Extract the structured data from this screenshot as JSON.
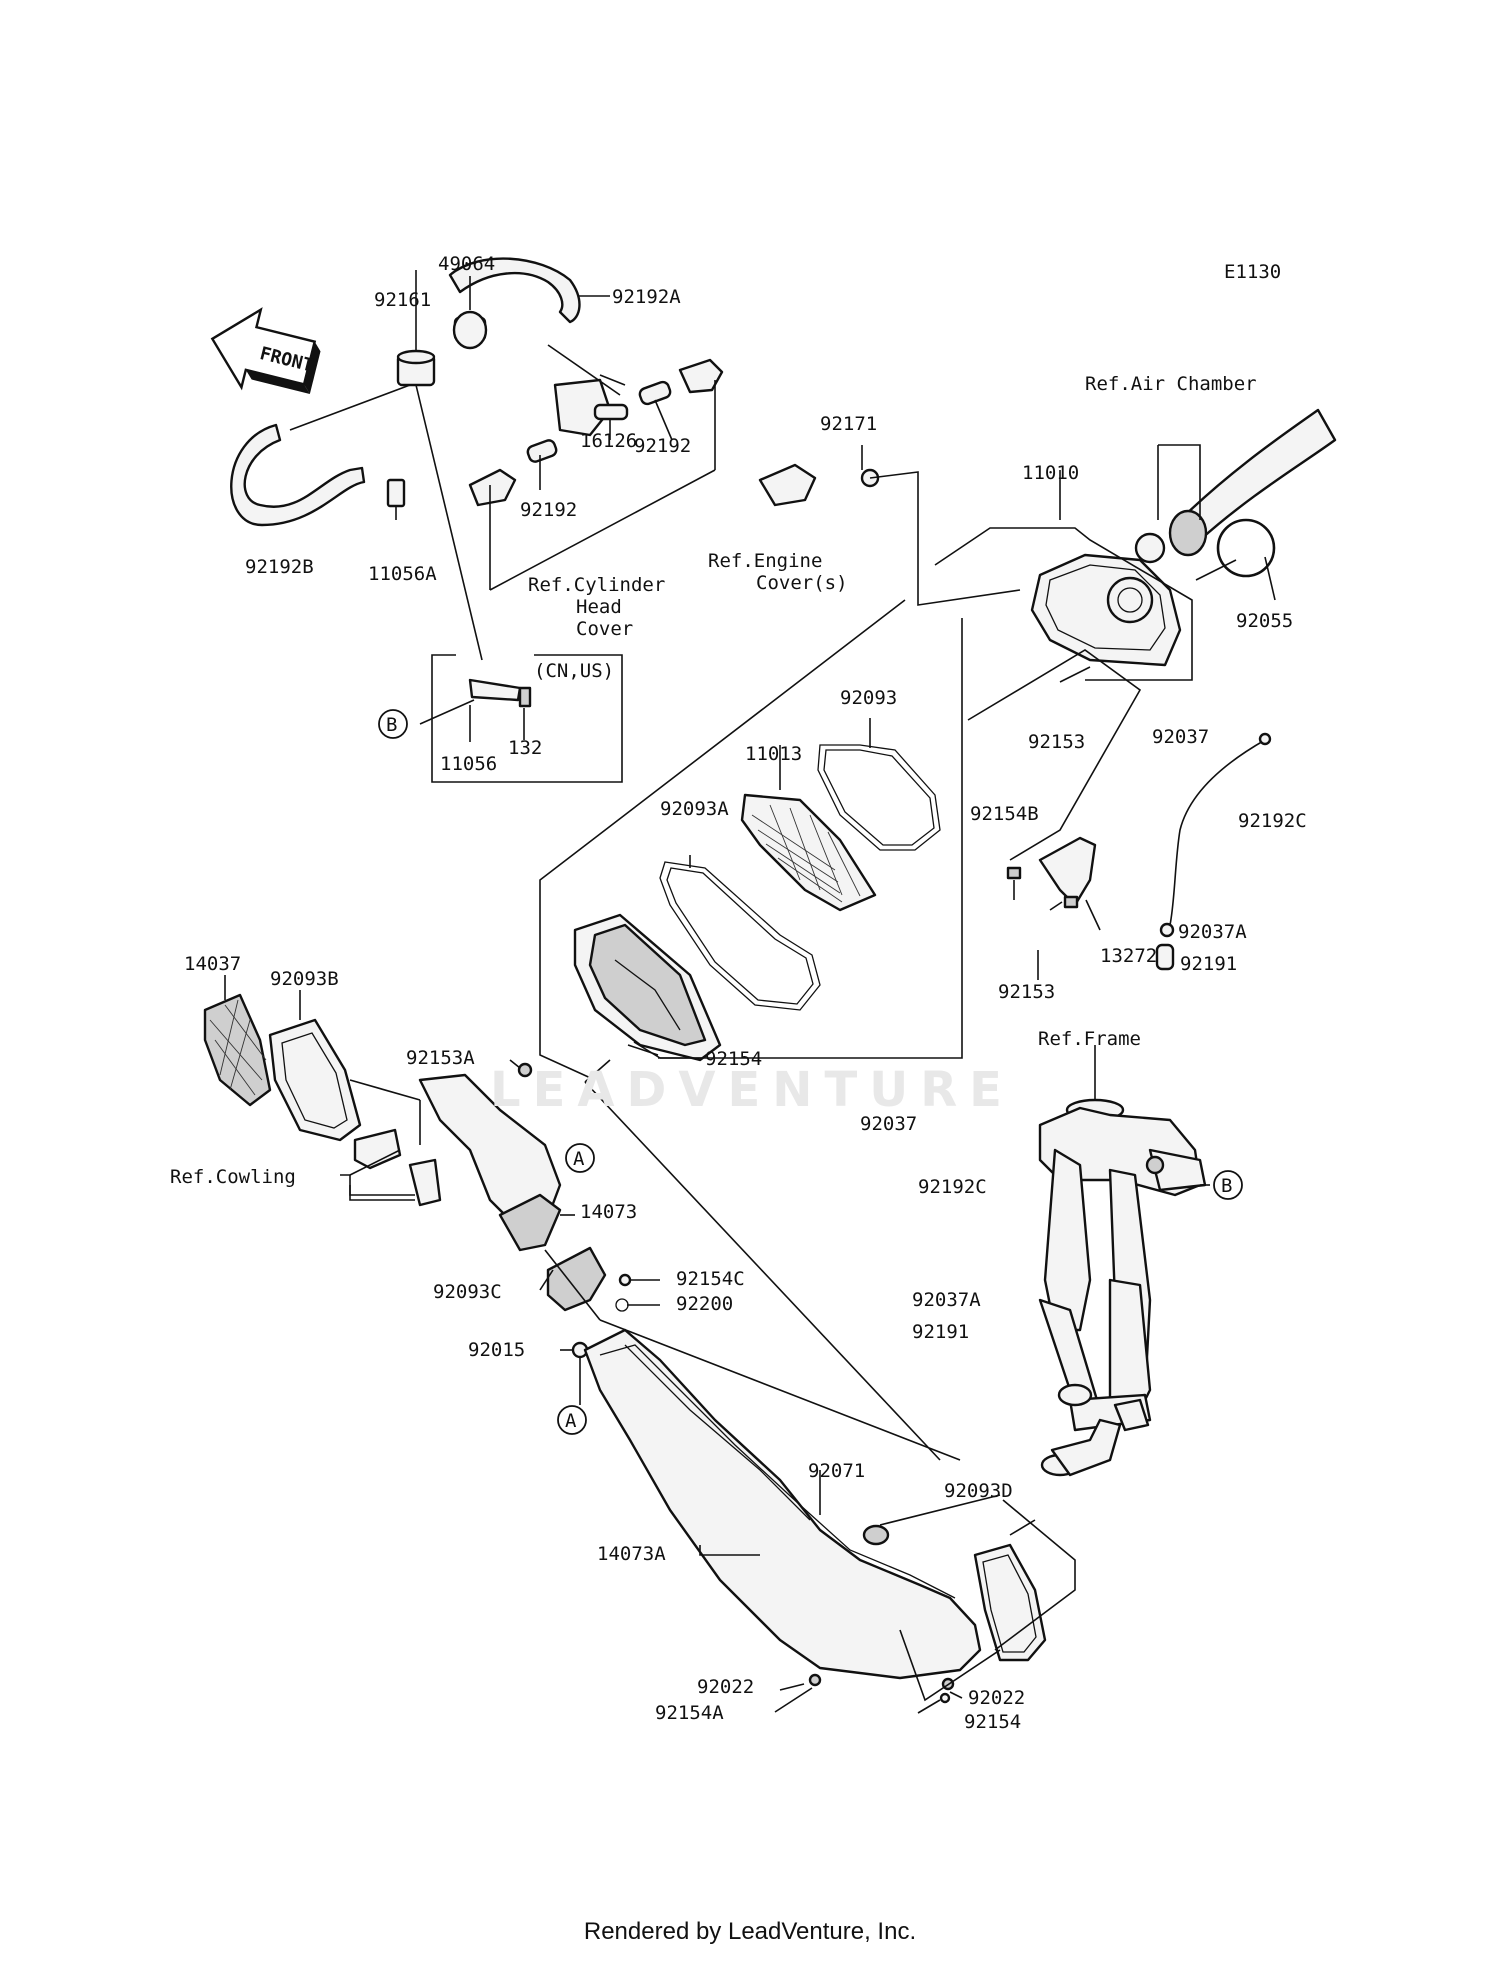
{
  "diagram": {
    "figure_code": "E1130",
    "front_label": "FRONT",
    "footer": "Rendered by LeadVenture, Inc.",
    "watermark": "LEADVENTURE",
    "region_note": "(CN,US)",
    "callouts": {
      "A": "A",
      "B": "B"
    },
    "references": {
      "air_chamber": "Ref.Air Chamber",
      "engine_cover_1": "Ref.Engine",
      "engine_cover_2": "Cover(s)",
      "cylinder_head_1": "Ref.Cylinder",
      "cylinder_head_2": "Head",
      "cylinder_head_3": "Cover",
      "frame": "Ref.Frame",
      "cowling": "Ref.Cowling"
    },
    "parts": [
      "49064",
      "92161",
      "92192A",
      "92192B",
      "11056A",
      "16126",
      "92192",
      "92192",
      "92171",
      "11010",
      "92055",
      "11056",
      "132",
      "92153",
      "92037",
      "92093",
      "11013",
      "92093A",
      "92154B",
      "92192C",
      "92037A",
      "13272",
      "92191",
      "92153",
      "14037",
      "92093B",
      "92153A",
      "92154",
      "92037",
      "92192C",
      "14073",
      "92154C",
      "92093C",
      "92200",
      "92037A",
      "92191",
      "92015",
      "92071",
      "92093D",
      "14073A",
      "92022",
      "92022",
      "92154A",
      "92154"
    ]
  }
}
